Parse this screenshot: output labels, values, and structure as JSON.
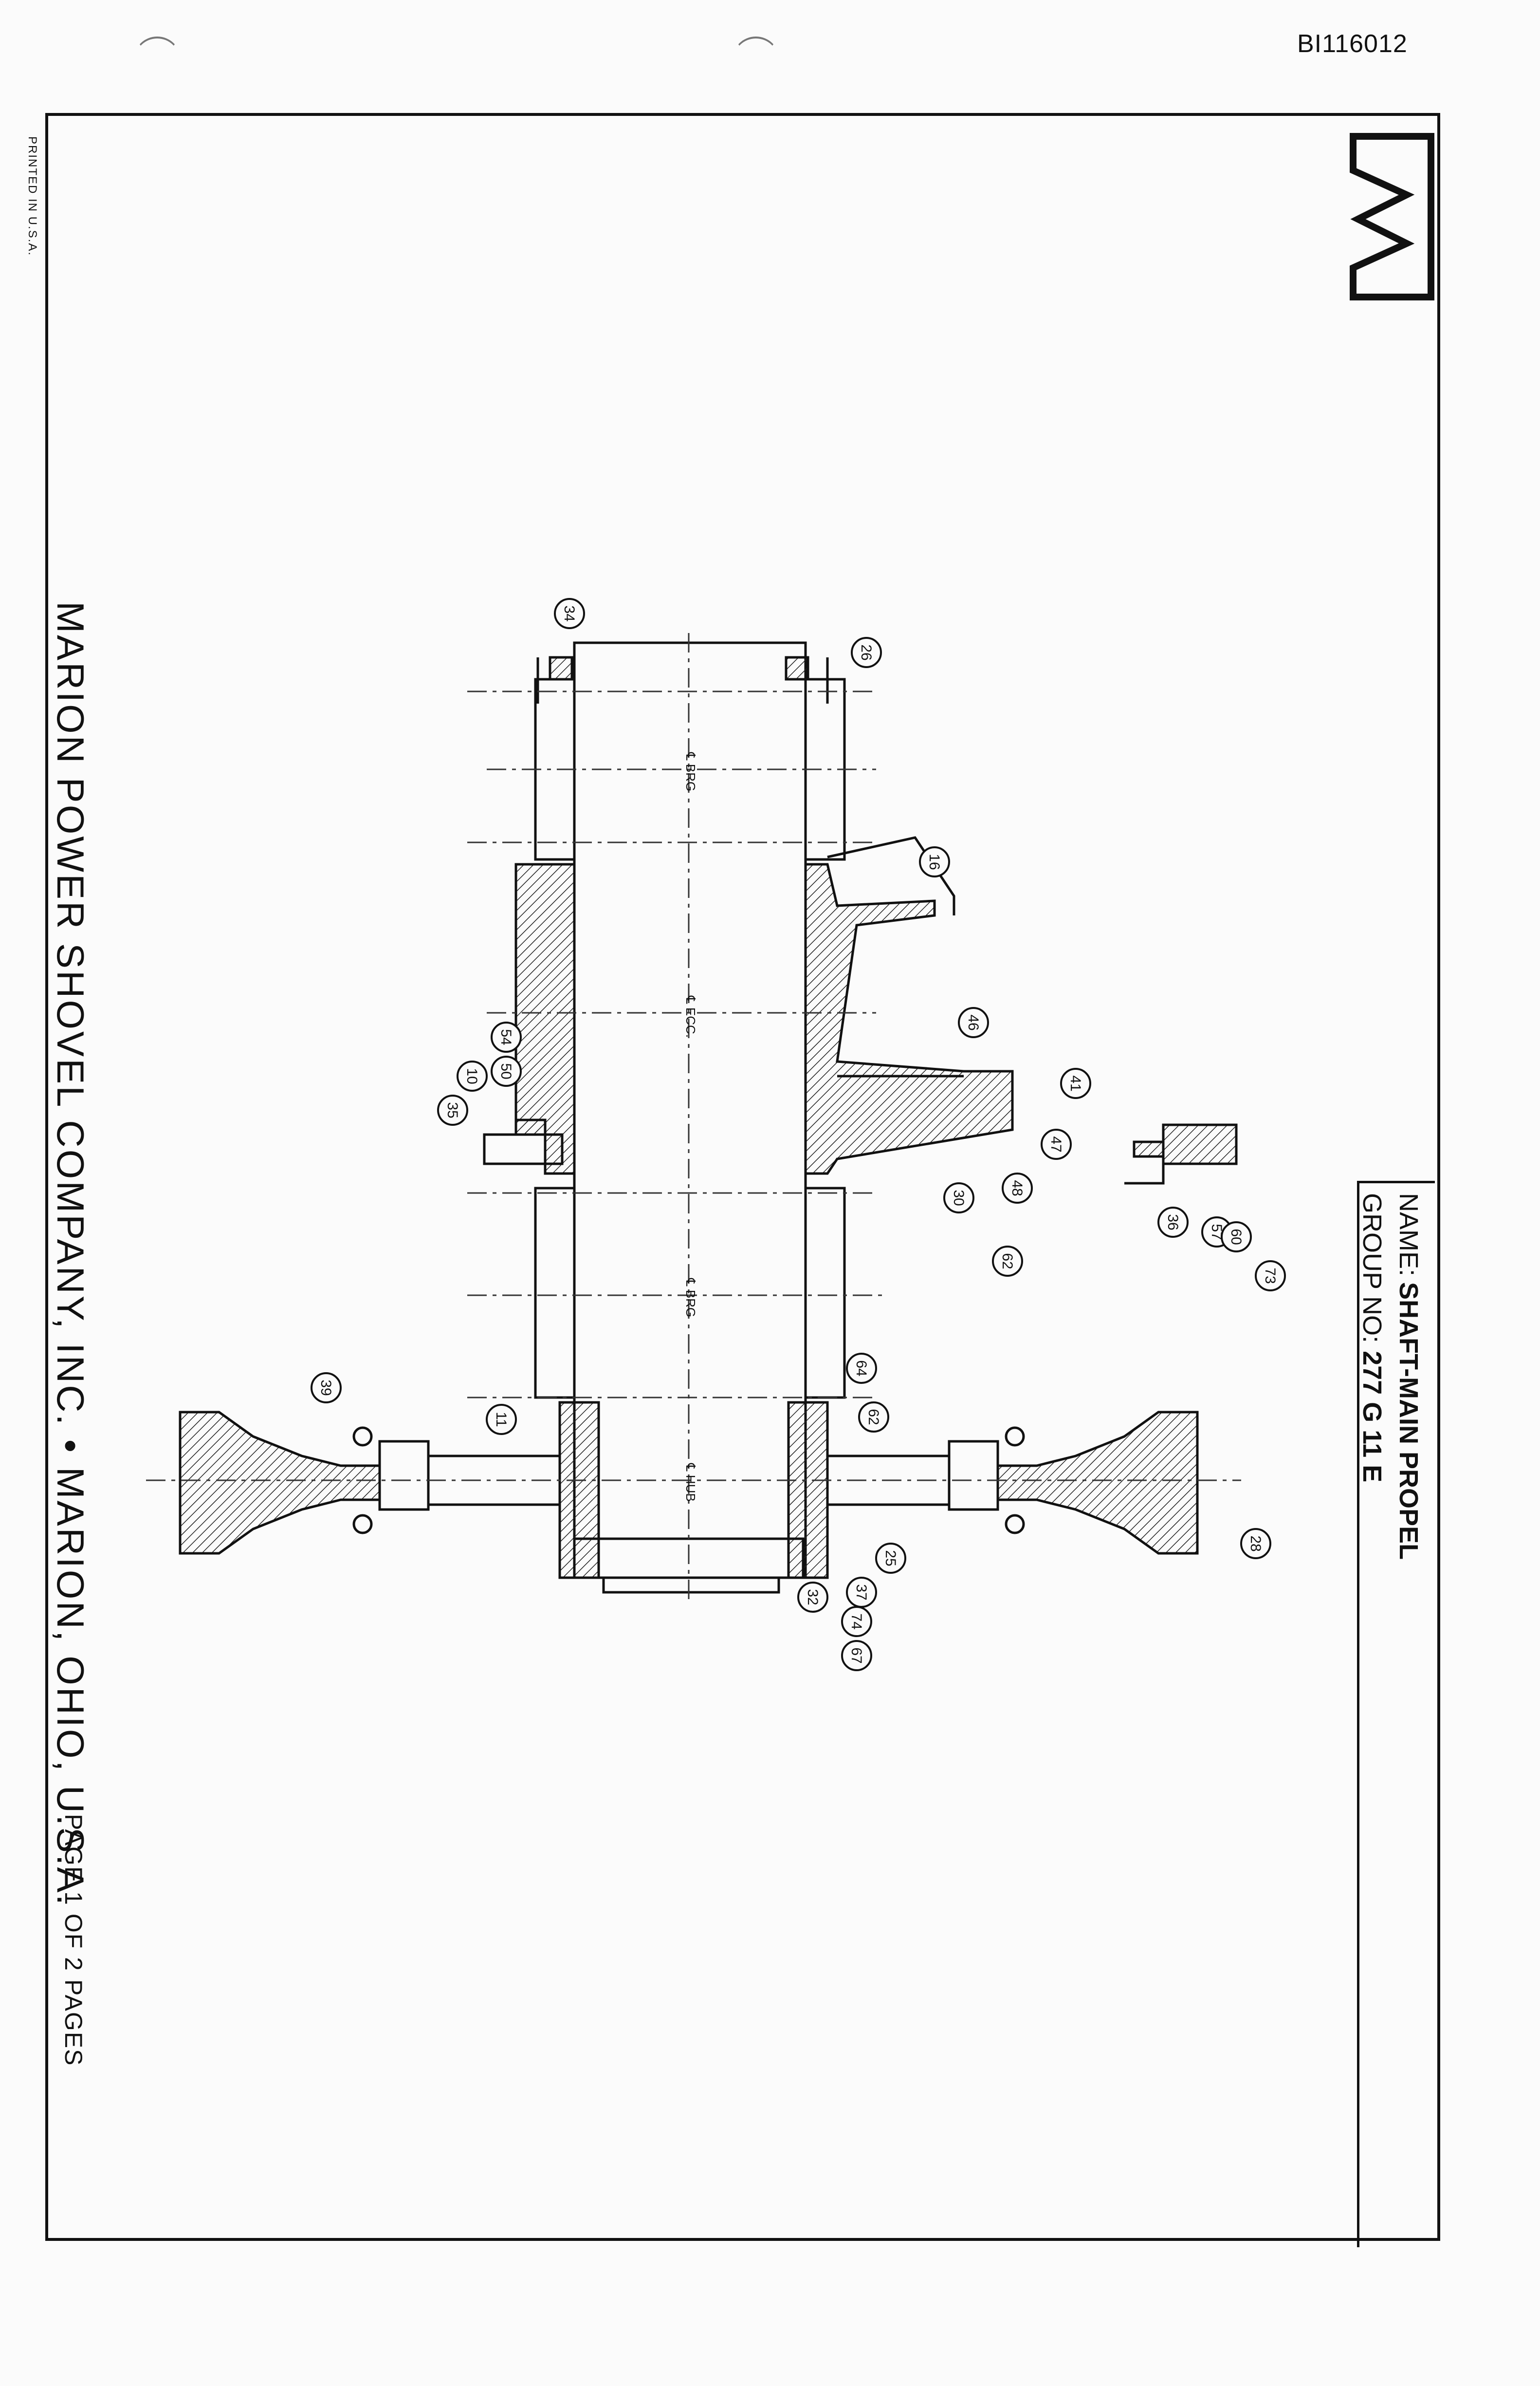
{
  "document": {
    "doc_id": "BI116012",
    "printed_note": "PRINTED IN U.S.A.",
    "company_line": "MARION POWER SHOVEL COMPANY, INC. • MARION, OHIO, U.S.A.",
    "page_line": "PAGE 1 OF 2 PAGES"
  },
  "title_block": {
    "name_label": "NAME:",
    "name_value": "SHAFT-MAIN PROPEL",
    "group_label": "GROUP NO:",
    "group_value": "277 G 11 E"
  },
  "centerlines": [
    "℄ BRG",
    "℄ ECC.",
    "℄ BRG",
    "℄ HUB"
  ],
  "callouts": [
    "34",
    "26",
    "16",
    "46",
    "41",
    "47",
    "48",
    "30",
    "62",
    "54",
    "50",
    "10",
    "35",
    "36",
    "57",
    "60",
    "73",
    "64",
    "62",
    "11",
    "39",
    "25",
    "28",
    "32",
    "37",
    "74",
    "67"
  ]
}
